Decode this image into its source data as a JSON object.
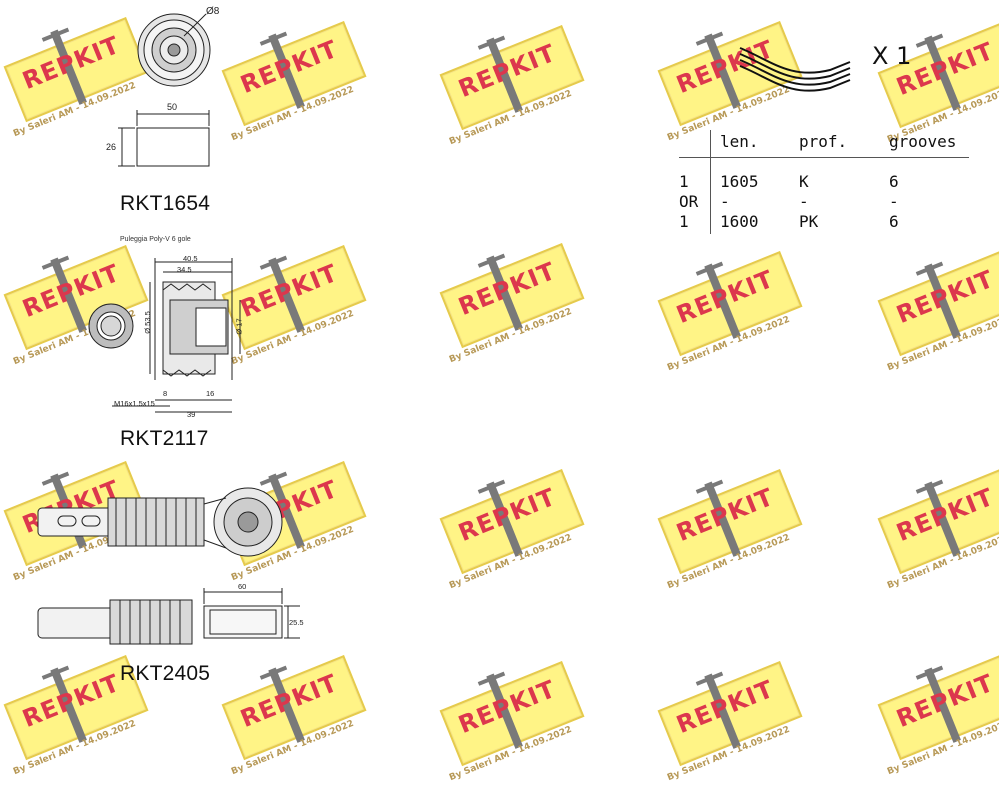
{
  "parts": [
    {
      "code": "RKT1654"
    },
    {
      "code": "RKT2117",
      "caption": "Puleggia Poly-V 6 gole"
    },
    {
      "code": "RKT2405"
    }
  ],
  "dimensions": {
    "rkt1654": {
      "diameter": "Ø8",
      "width": "50",
      "height": "26"
    },
    "rkt2117": {
      "d1": "40.5",
      "d2": "34.5",
      "d3": "Ø 53.5",
      "d4": "Ø 17",
      "d5": "8",
      "d6": "16",
      "d7": "M16x1.5x15",
      "d8": "39"
    },
    "rkt2405": {
      "length": "60",
      "height": "25.5"
    }
  },
  "belt": {
    "quantity": "X 1",
    "headers": [
      "len.",
      "prof.",
      "grooves"
    ],
    "rows": [
      {
        "qty": "1",
        "len": "1605",
        "prof": "K",
        "grooves": "6"
      },
      {
        "qty": "OR",
        "len": "-",
        "prof": "-",
        "grooves": "-"
      },
      {
        "qty": "1",
        "len": "1600",
        "prof": "PK",
        "grooves": "6"
      }
    ]
  },
  "watermark": {
    "brand": "REPKIT",
    "tagline": "By Saleri AM - 14.09.2022"
  },
  "colors": {
    "watermark_fill": "#fff37a",
    "watermark_text": "#d9223a",
    "tagline": "#b08e45"
  }
}
